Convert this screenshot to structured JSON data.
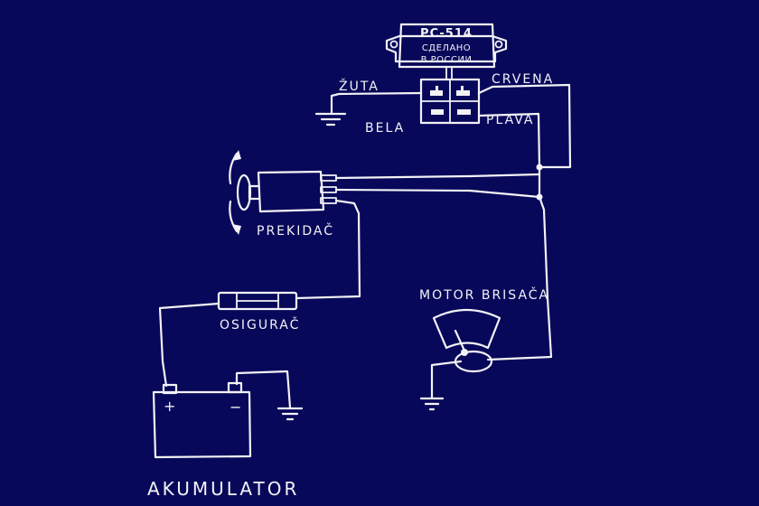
{
  "relay": {
    "model": "PC-514",
    "line1": "СДЕЛАНО",
    "line2": "В РОССИИ"
  },
  "wires": {
    "yellow": "ŽUTA",
    "red": "CRVENA",
    "white": "BELA",
    "blue": "PLAVA"
  },
  "labels": {
    "switch": "PREKIDAČ",
    "fuse": "OSIGURAČ",
    "motor": "MOTOR BRISAČA",
    "battery": "AKUMULATOR",
    "battery_plus": "+",
    "battery_minus": "−"
  }
}
